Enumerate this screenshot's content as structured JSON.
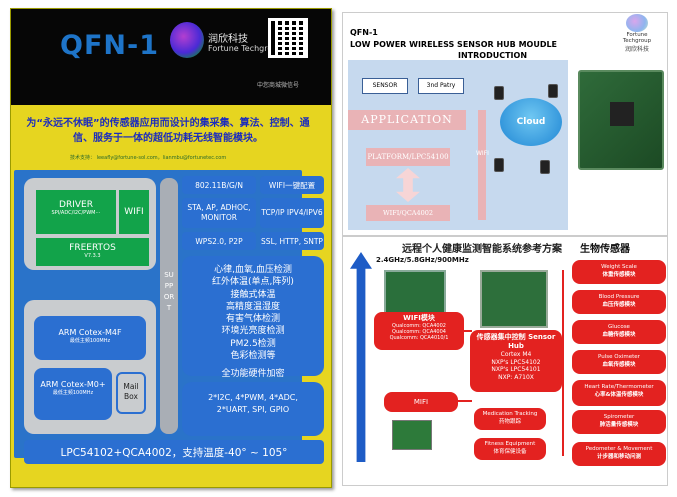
{
  "left": {
    "qfn_title": "QFN-1",
    "brand_cn": "润欣科技",
    "brand_en": "Fortune Techgroup",
    "wechat_label": "中您商城微信号",
    "slogan": "为“永远不休眠”的传感器应用而设计的集采集、算法、控制、通信、服务于一体的超低功耗无线智能模块。",
    "contact_line": "技术支持：   leeafly@fortune-sol.com，lianmbu@fortunetec.com",
    "driver_title": "DRIVER",
    "driver_sub": "SPI/ADC/I2C/PWM⋯",
    "wifi_label": "WIFI",
    "rtos_title": "FREERTOS",
    "rtos_sub": "V7.3.3",
    "arm_m4_title": "ARM Cotex-M4F",
    "arm_m4_sub": "最低主频100MHz",
    "arm_m0_title": "ARM Cotex-M0+",
    "arm_m0_sub": "最低主频100MHz",
    "mailbox": "Mail Box",
    "support": "SUPPORT",
    "net": [
      "802.11B/G/N",
      "WIFI一键配置",
      "STA, AP, ADHOC, MONITOR",
      "TCP/IP IPV4/IPV6",
      "WPS2.0, P2P",
      "SSL, HTTP, SNTP"
    ],
    "health_lines": [
      "心律,血氧,血压检测",
      "红外体温(单点,阵列)",
      "接触式体温",
      "高精度温湿度",
      "有害气体检测",
      "环境光亮度检测",
      "PM2.5检测",
      "色彩检测等",
      "",
      "全功能硬件加密"
    ],
    "io_lines": [
      "2*I2C, 4*PWM, 4*ADC,",
      "2*UART, SPI, GPIO"
    ],
    "bottom_bar": "LPC54102+QCA4002，支持温度-40° ~ 105°"
  },
  "right_top": {
    "title_line1": "QFN-1",
    "title_line2": "LOW POWER WIRELESS SENSOR HUB MOUDLE",
    "title_line3": "INTRODUCTION",
    "logo_en": "Fortune Techgroup",
    "logo_cn": "润欣科技",
    "sensor": "SENSOR",
    "third_party": "3nd Patry",
    "application": "APPLICATION",
    "platform": "PLATFORM/LPC54100",
    "wifi_chip": "WIFI/QCA4002",
    "wifi_vert": "WIFI",
    "cloud": "Cloud"
  },
  "right_bottom": {
    "title": "远程个人健康监测智能系统参考方案",
    "sensor_title": "生物传感器",
    "freq": "2.4GHz/5.8GHz/900MHz",
    "wifi_module_title": "WIFI模块",
    "wifi_module_lines": [
      "Qualcomm: QCA4002",
      "Qualcomm: QCA4004",
      "Qualcomm: QCA4010/1"
    ],
    "mifi": "MIFI",
    "hub_title": "传感器集中控制 Sensor Hub",
    "hub_lines": [
      "Cortex M4",
      "NXP's LPC54102",
      "NXP's LPC54101",
      "NXP: A710X"
    ],
    "med": [
      "Medication Tracking",
      "药物跟踪"
    ],
    "fit": [
      "Fitness Equipment",
      "体育保健设备"
    ],
    "sensors": [
      {
        "en": "Weight Scale",
        "cn": "体重传感模块"
      },
      {
        "en": "Blood Pressure",
        "cn": "血压传感模块"
      },
      {
        "en": "Glucose",
        "cn": "血糖传感模块"
      },
      {
        "en": "Pulse Oximeter",
        "cn": "血氧传感模块"
      },
      {
        "en": "Heart Rate/Thermometer",
        "cn": "心率&体温传感模块"
      },
      {
        "en": "Spirometer",
        "cn": "肺活量传感模块"
      },
      {
        "en": "Pedometer & Movement",
        "cn": "计步器和移动问测"
      }
    ]
  },
  "colors": {
    "panel_yellow": "#e6d520",
    "module_blue": "#2b6fd1",
    "accent_red": "#e32220",
    "diagram_blue": "#c6d9ee"
  }
}
